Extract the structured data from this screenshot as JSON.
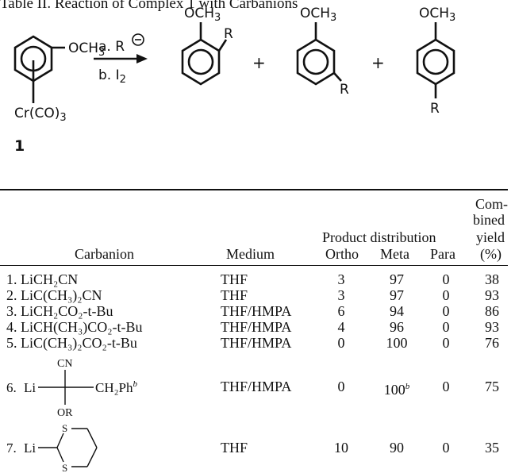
{
  "caption": "Table II. Reaction of Complex 1 with Carbanions",
  "scheme": {
    "ome": "OCH",
    "sub3": "3",
    "reagent_a": "a. R",
    "reagent_b": "b. I",
    "sub2": "2",
    "cr_label": "Cr(CO)",
    "cr_sub": "3",
    "compound_number": "1",
    "r_label": "R",
    "plus": "+"
  },
  "table": {
    "headers": {
      "carbanion": "Carbanion",
      "medium": "Medium",
      "product_distribution": "Product distribution",
      "ortho": "Ortho",
      "meta": "Meta",
      "para": "Para",
      "combined_1": "Com-",
      "combined_2": "bined",
      "combined_3": "yield",
      "combined_4": "(%)"
    },
    "rows": [
      {
        "num": "1.",
        "carbanion": "LiCH₂CN",
        "medium": "THF",
        "ortho": "3",
        "meta": "97",
        "para": "0",
        "yield": "38"
      },
      {
        "num": "2.",
        "carbanion": "LiC(CH₃)₂CN",
        "medium": "THF",
        "ortho": "3",
        "meta": "97",
        "para": "0",
        "yield": "93"
      },
      {
        "num": "3.",
        "carbanion": "LiCH₂CO₂-t-Bu",
        "medium": "THF/HMPA",
        "ortho": "6",
        "meta": "94",
        "para": "0",
        "yield": "86"
      },
      {
        "num": "4.",
        "carbanion": "LiCH(CH₃)CO₂-t-Bu",
        "medium": "THF/HMPA",
        "ortho": "4",
        "meta": "96",
        "para": "0",
        "yield": "93"
      },
      {
        "num": "5.",
        "carbanion": "LiC(CH₃)₂CO₂-t-Bu",
        "medium": "THF/HMPA",
        "ortho": "0",
        "meta": "100",
        "para": "0",
        "yield": "76"
      },
      {
        "num": "6.",
        "struct_li": "Li",
        "struct_cn": "CN",
        "struct_ch2ph": "CH₂Ph",
        "struct_footnote": "b",
        "struct_or": "OR",
        "medium": "THF/HMPA",
        "ortho": "0",
        "meta": "100",
        "meta_footnote": "b",
        "para": "0",
        "yield": "75"
      },
      {
        "num": "7.",
        "struct_li": "Li",
        "struct_s1": "S",
        "struct_s2": "S",
        "medium": "THF",
        "ortho": "10",
        "meta": "90",
        "para": "0",
        "yield": "35"
      }
    ]
  }
}
